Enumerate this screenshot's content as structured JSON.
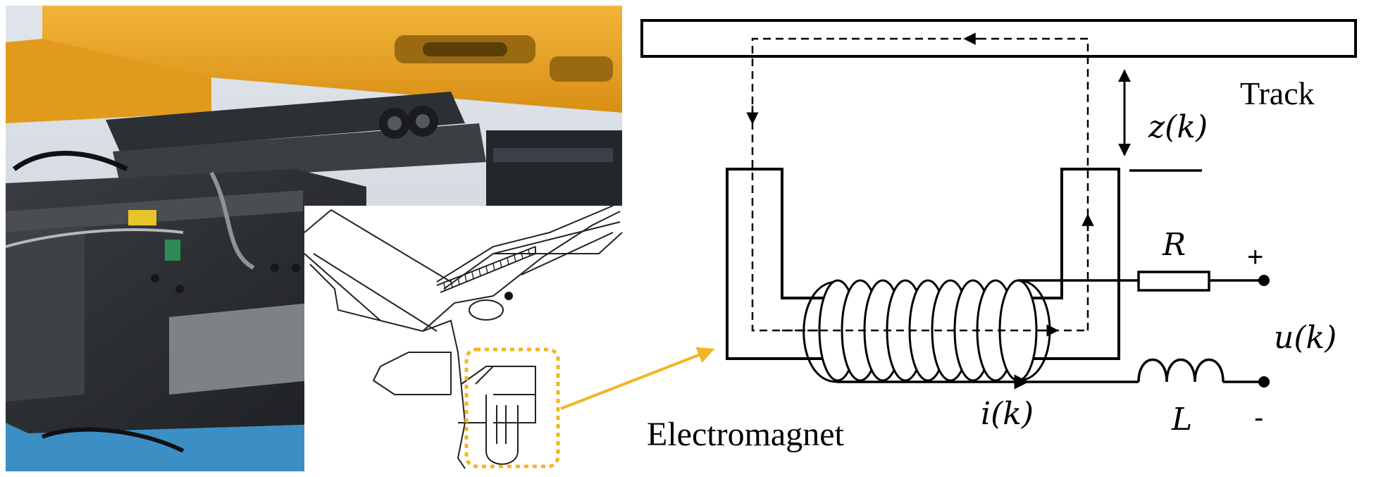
{
  "labels": {
    "track": "Track",
    "gap": "z(k)",
    "resistor": "R",
    "inductor": "L",
    "voltage": "u(k)",
    "current": "i(k)",
    "plus": "+",
    "minus": "-",
    "electromagnet": "Electromagnet"
  },
  "colors": {
    "frame_orange": "#e8a623",
    "callout": "#f2b623",
    "steel": "#2b2e31",
    "line": "#000000"
  }
}
